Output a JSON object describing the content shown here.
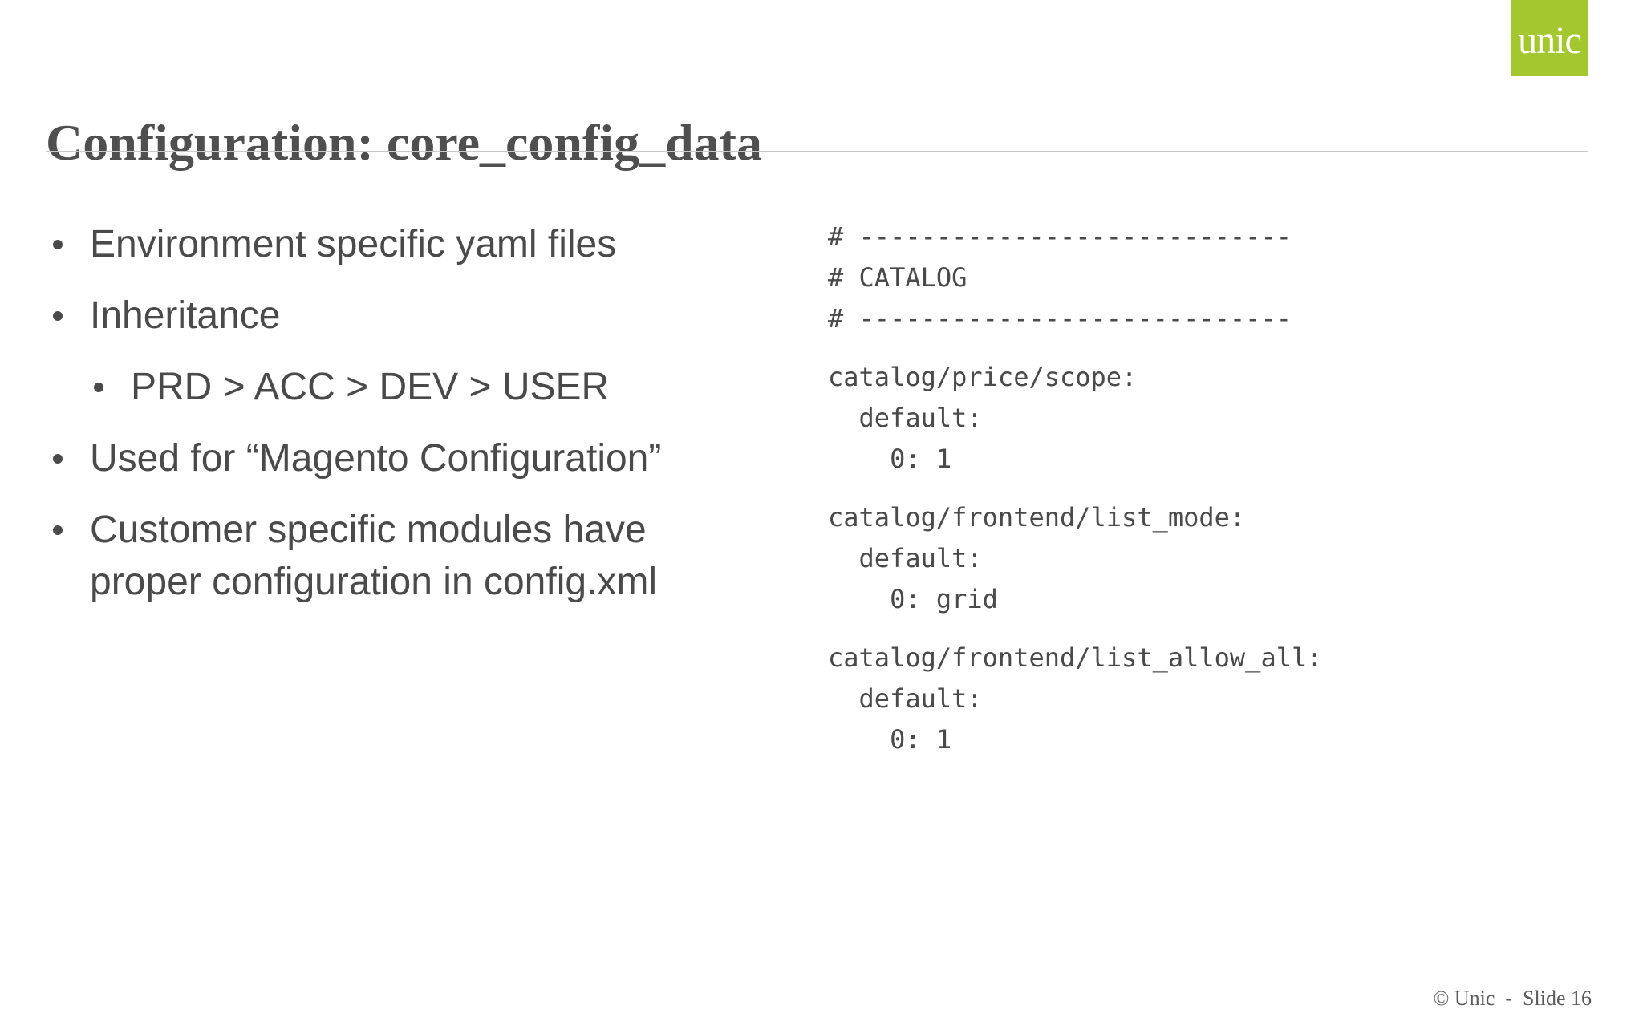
{
  "slide": {
    "logo": {
      "text": "unic",
      "bg_color": "#a4c72f"
    },
    "title": "Configuration: core_config_data",
    "bullets": [
      {
        "level": 1,
        "text": "Environment specific yaml files"
      },
      {
        "level": 1,
        "text": "Inheritance"
      },
      {
        "level": 2,
        "text": "PRD > ACC > DEV > USER"
      },
      {
        "level": 1,
        "text": "Used for “Magento Configuration”"
      },
      {
        "level": 1,
        "text": "Customer specific modules have\nproper configuration in config.xml"
      }
    ],
    "code": {
      "comment_lines": [
        "# ----------------------------",
        "# CATALOG",
        "# ----------------------------"
      ],
      "groups": [
        {
          "lines": [
            "catalog/price/scope:",
            "  default:",
            "    0: 1"
          ]
        },
        {
          "lines": [
            "catalog/frontend/list_mode:",
            "  default:",
            "    0: grid"
          ]
        },
        {
          "lines": [
            "catalog/frontend/list_allow_all:",
            "  default:",
            "    0: 1"
          ]
        }
      ]
    },
    "footer": "© Unic  -  Slide 16"
  }
}
